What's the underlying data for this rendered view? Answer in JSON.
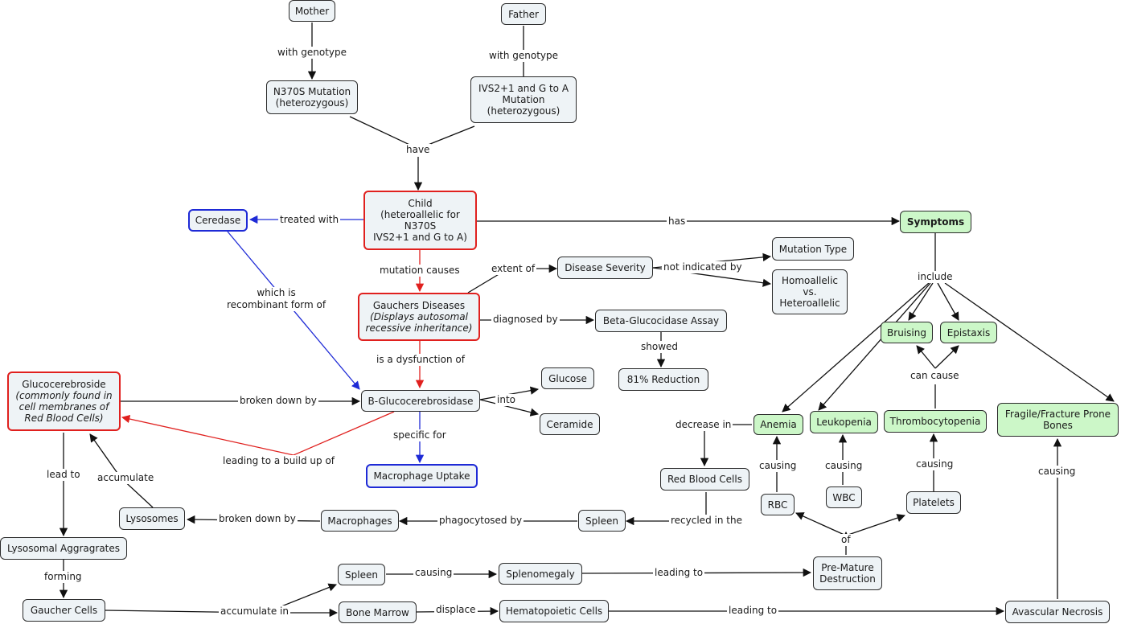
{
  "nodes": {
    "mother": "Mother",
    "father": "Father",
    "n370s": [
      "N370S Mutation",
      "(heterozygous)"
    ],
    "ivs": [
      "IVS2+1 and G to A",
      "Mutation",
      "(heterozygous)"
    ],
    "child": [
      "Child",
      "(heteroallelic for",
      "N370S",
      "IVS2+1 and G to A)"
    ],
    "ceredase": "Ceredase",
    "gaucher": [
      "Gauchers Diseases",
      "(Displays autosomal",
      "recessive inheritance)"
    ],
    "disease_severity": "Disease Severity",
    "mutation_type": "Mutation Type",
    "homo_hetero": [
      "Homoallelic",
      "vs.",
      "Heteroallelic"
    ],
    "beta_assay": "Beta-Glucocidase Assay",
    "reduction": "81% Reduction",
    "glucocerebroside": [
      "Glucocerebroside",
      "(commonly found in",
      "cell membranes of",
      "Red Blood Cells)"
    ],
    "b_glucocerebrosidase": "B-Glucocerebrosidase",
    "glucose": "Glucose",
    "ceramide": "Ceramide",
    "macrophage_uptake": "Macrophage Uptake",
    "lysosomes": "Lysosomes",
    "macrophages": "Macrophages",
    "spleen1": "Spleen",
    "lysosomal_aggregates": "Lysosomal Aggragrates",
    "gaucher_cells": "Gaucher Cells",
    "spleen2": "Spleen",
    "splenomegaly": "Splenomegaly",
    "bone_marrow": "Bone Marrow",
    "hematopoietic": "Hematopoietic Cells",
    "avascular": "Avascular Necrosis",
    "premature": [
      "Pre-Mature",
      "Destruction"
    ],
    "rbc_cells": "Red Blood Cells",
    "rbc": "RBC",
    "wbc": "WBC",
    "platelets": "Platelets",
    "anemia": "Anemia",
    "leukopenia": "Leukopenia",
    "thrombocytopenia": "Thrombocytopenia",
    "bruising": "Bruising",
    "epistaxis": "Epistaxis",
    "symptoms": "Symptoms",
    "fragile": [
      "Fragile/Fracture Prone",
      "Bones"
    ]
  },
  "links": {
    "with_genotype_1": "with genotype",
    "with_genotype_2": "with genotype",
    "have": "have",
    "treated_with": "treated with",
    "recombinant": [
      "which is",
      "recombinant form of"
    ],
    "mutation_causes": "mutation causes",
    "extent_of": "extent of",
    "not_indicated_by": "not indicated by",
    "diagnosed_by": "diagnosed by",
    "showed": "showed",
    "dysfunction": "is a dysfunction of",
    "broken_down_by_1": "broken down by",
    "into": "into",
    "specific_for": "specific for",
    "build_up": "leading to a build up of",
    "accumulate_1": "accumulate",
    "lead_to": "lead to",
    "broken_down_by_2": "broken down by",
    "phagocytosed_by": "phagocytosed by",
    "recycled_in": "recycled in the",
    "forming": "forming",
    "accumulate_in": "accumulate in",
    "causing_1": "causing",
    "leading_to_1": "leading to",
    "displace": "displace",
    "leading_to_2": "leading to",
    "of": "of",
    "decrease_in": "decrease in",
    "causing_rbc": "causing",
    "causing_wbc": "causing",
    "causing_plt": "causing",
    "can_cause": "can cause",
    "include": "include",
    "has": "has",
    "causing_bones": "causing"
  },
  "colors": {
    "red": "#e0201e",
    "blue": "#1e2ad6",
    "black": "#111111",
    "node_fill": "#eef3f6",
    "symptom_fill": "#ccf7c8"
  }
}
